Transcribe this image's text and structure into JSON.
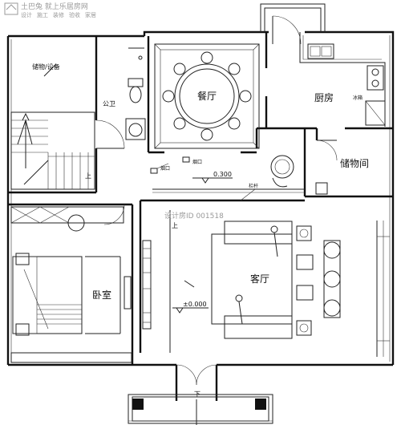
{
  "watermark": {
    "brand": "土巴兔 就上乐居房网",
    "sub_items": [
      "设计",
      "施工",
      "装修",
      "验收",
      "家居"
    ],
    "id_text": "设计房ID 001518"
  },
  "rooms": {
    "storage_equipment": "储物/设备",
    "public_bath": "公卫",
    "dining": "餐厅",
    "kitchen": "厨房",
    "storage_room": "储物间",
    "bedroom": "卧室",
    "living": "客厅"
  },
  "annotations": {
    "up_stairs": "上",
    "up_entry": "上",
    "down_steps": "下",
    "flue_a": "烟口",
    "flue_b": "烟口",
    "railing": "栏杆",
    "fridge": "冰箱",
    "elev_300": "0.300",
    "elev_000": "±0.000"
  }
}
